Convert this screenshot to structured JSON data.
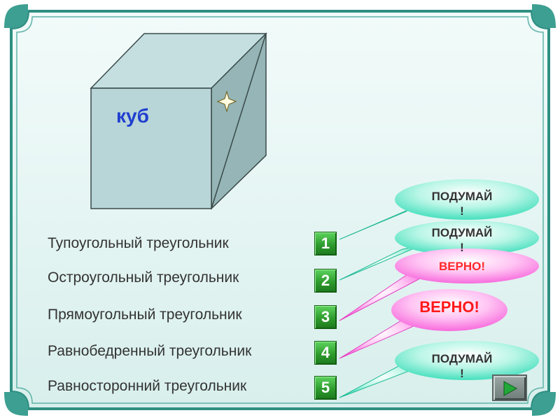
{
  "cube": {
    "label": "куб"
  },
  "options": [
    {
      "number": "1",
      "label": "Тупоугольный треугольник"
    },
    {
      "number": "2",
      "label": "Остроугольный треугольник"
    },
    {
      "number": "3",
      "label": "Прямоугольный треугольник"
    },
    {
      "number": "4",
      "label": "Равнобедренный треугольник"
    },
    {
      "number": "5",
      "label": "Равносторонний треугольник"
    }
  ],
  "bubbles": {
    "think_1": {
      "line1": "ПОДУМАЙ",
      "line2": "!"
    },
    "think_2": {
      "line1": "ПОДУМАЙ",
      "line2": "!"
    },
    "correct_1": {
      "text": "ВЕРНО!"
    },
    "correct_2": {
      "text": "ВЕРНО!"
    },
    "think_5": {
      "line1": "ПОДУМАЙ",
      "line2": "!"
    }
  },
  "colors": {
    "background": "#e3f4f2",
    "frame": "#2f8f82",
    "cube_face": "#b7d4d6",
    "cube_side": "#8fb1b2",
    "number_button": "#2e9c2e",
    "think_bubble": "#2fe0b8",
    "correct_bubble": "#ff6fe0"
  },
  "next_button": {
    "icon": "play-right-icon"
  }
}
